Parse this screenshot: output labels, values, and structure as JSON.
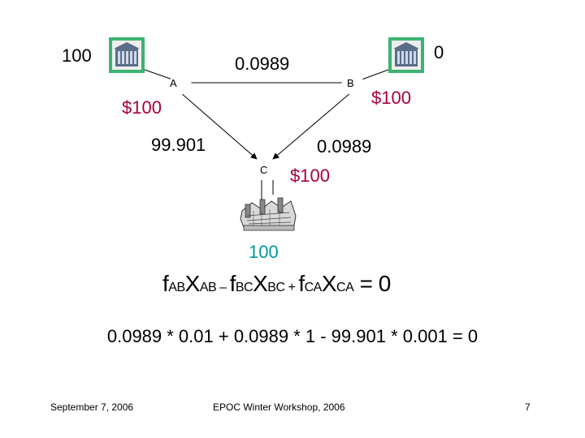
{
  "gen_a": {
    "value": "100"
  },
  "gen_b": {
    "value": "0"
  },
  "nodes": {
    "a": "A",
    "b": "B",
    "c": "C"
  },
  "flows": {
    "ab": "0.0989",
    "ac": "99.901",
    "bc": "0.0989"
  },
  "prices": {
    "a": "$100",
    "b": "$100",
    "c": "$100"
  },
  "load_c": {
    "value": "100"
  },
  "equation": {
    "f1": "f",
    "s1": "AB",
    "x1": "X",
    "t1": "AB",
    "op1": "–",
    "f2": "f",
    "s2": "BC",
    "x2": "X",
    "t2": "BC",
    "op2": "+",
    "f3": "f",
    "s3": "CA",
    "x3": "X",
    "t3": "CA",
    "eq": "= 0"
  },
  "calculation": "0.0989 * 0.01 + 0.0989 * 1 - 99.901 * 0.001 = 0",
  "footer": {
    "date": "September 7, 2006",
    "event": "EPOC Winter Workshop, 2006",
    "page": "7"
  },
  "colors": {
    "teal": "#009999",
    "price": "#a8003c",
    "generator_frame": "#3cb371",
    "generator_body": "#5a6d8a"
  },
  "icons": {
    "generator": "power-plant-icon",
    "load": "factory-icon"
  }
}
